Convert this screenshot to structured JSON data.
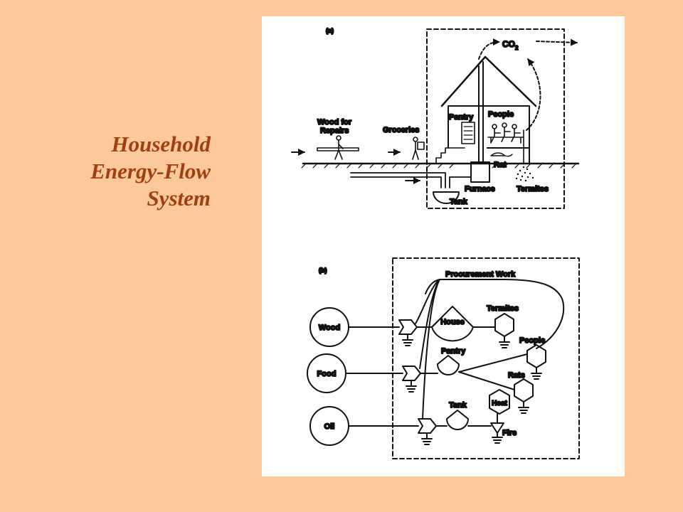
{
  "slide": {
    "title_lines": [
      "Household",
      "Energy-Flow",
      "System"
    ],
    "text_color": "#a13e12",
    "background": "#fdc99b"
  },
  "panel_a": {
    "tag": "(a)",
    "co2": "CO",
    "co2_sub": "2",
    "pantry": "Pantry",
    "people": "People",
    "wood_line1": "Wood for",
    "wood_line2": "Repairs",
    "groceries": "Groceries",
    "rat": "Rat",
    "furnace": "Furnace",
    "termites": "Termites",
    "tank": "Tank"
  },
  "panel_b": {
    "tag": "(b)",
    "procurement": "Procurement Work",
    "house": "House",
    "termites": "Termites",
    "people": "People",
    "pantry": "Pantry",
    "rats": "Rats",
    "tank": "Tank",
    "heat": "Heat",
    "fire": "Fire",
    "sources": {
      "wood": "Wood",
      "food": "Food",
      "oil": "Oil"
    }
  }
}
